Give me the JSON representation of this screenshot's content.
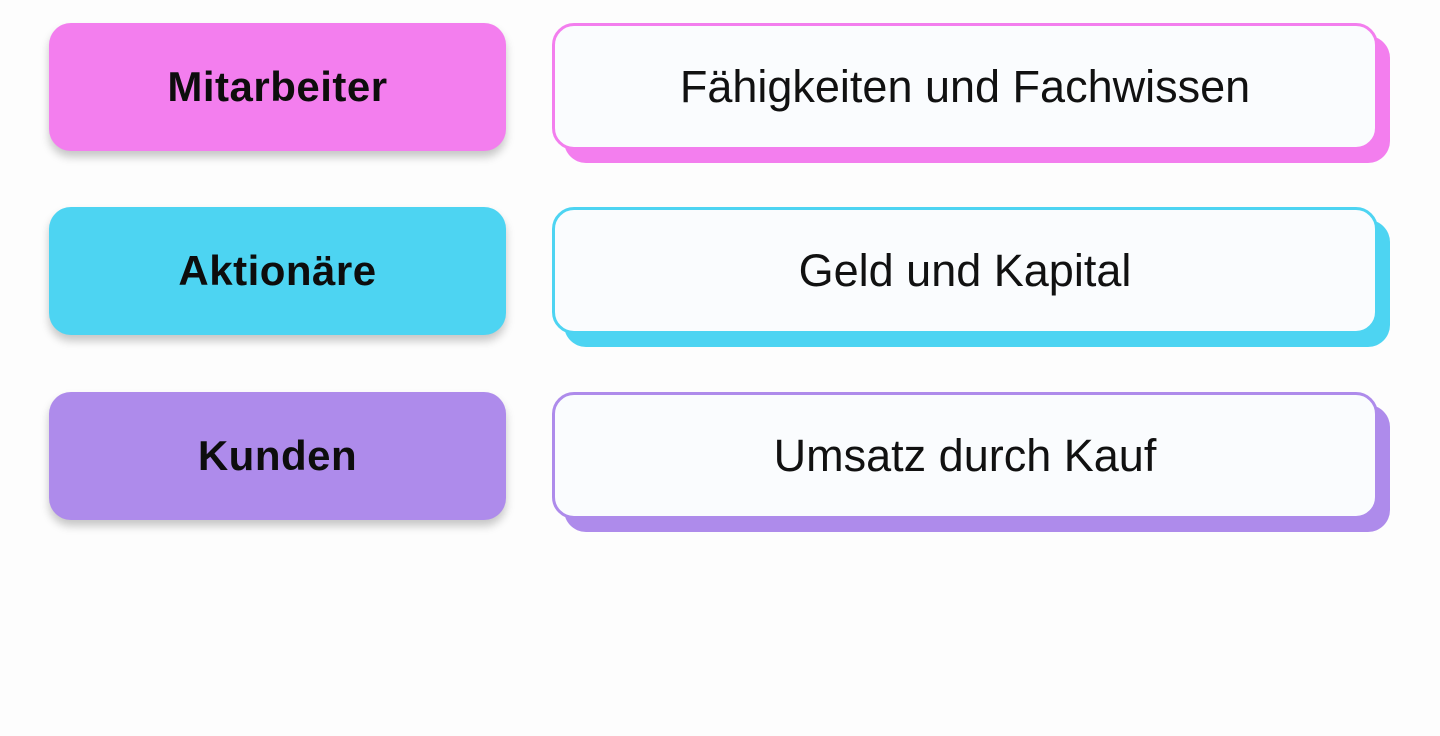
{
  "page": {
    "background_color": "#fdfdfd",
    "card_background_color": "#fafcfe",
    "text_color": "#111111"
  },
  "rows": [
    {
      "id": "mitarbeiter",
      "label": "Mitarbeiter",
      "value": "Fähigkeiten und Fachwissen",
      "color": "#f37eee"
    },
    {
      "id": "aktionaere",
      "label": "Aktionäre",
      "value": "Geld und Kapital",
      "color": "#4dd4f2"
    },
    {
      "id": "kunden",
      "label": "Kunden",
      "value": "Umsatz durch Kauf",
      "color": "#ae8beb"
    }
  ]
}
